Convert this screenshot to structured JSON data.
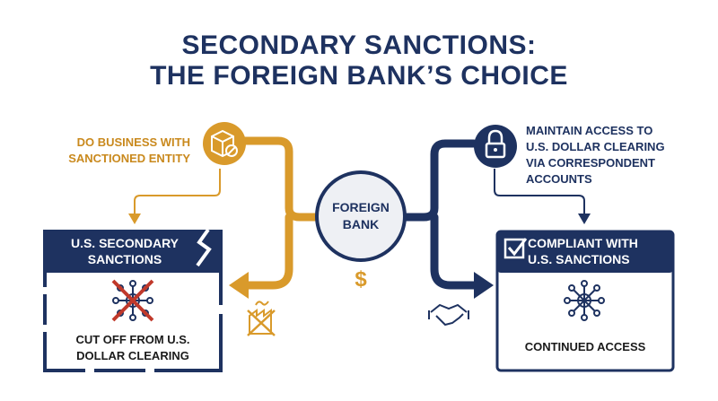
{
  "title": {
    "line1": "SECONDARY SANCTIONS:",
    "line2": "THE FOREIGN BANK’S CHOICE"
  },
  "center": {
    "line1": "FOREIGN",
    "line2": "BANK",
    "dollar_symbol": "$"
  },
  "left_path": {
    "label_line1": "DO BUSINESS WITH",
    "label_line2": "SANCTIONED ENTITY",
    "icon": "sanctioned-package-icon",
    "color": "#c9891d",
    "box": {
      "header_line1": "U.S. SECONDARY",
      "header_line2": "SANCTIONS",
      "text_line1": "CUT OFF FROM U.S.",
      "text_line2": "DOLLAR CLEARING",
      "icon": "crossed-network-icon"
    }
  },
  "right_path": {
    "label_line1": "MAINTAIN ACCESS TO",
    "label_line2": "U.S. DOLLAR CLEARING",
    "label_line3": "VIA CORRESPONDENT",
    "label_line4": "ACCOUNTS",
    "icon": "lock-icon",
    "color": "#1e3260",
    "box": {
      "header_line1": "COMPLIANT WITH",
      "header_line2": "U.S. SANCTIONS",
      "text": "CONTINUED ACCESS",
      "icon": "network-icon",
      "check_icon": "checkbox-icon"
    }
  },
  "bottom_icons": {
    "left": "blocked-factory-icon",
    "right": "handshake-icon"
  }
}
